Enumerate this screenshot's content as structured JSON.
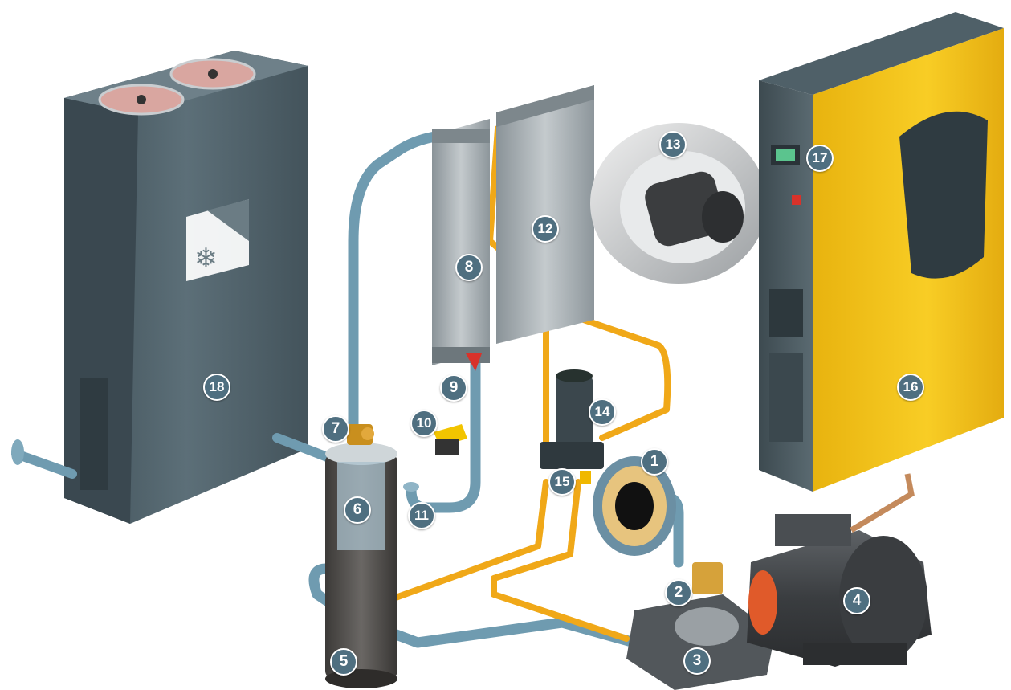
{
  "callouts": {
    "c1": "1",
    "c2": "2",
    "c3": "3",
    "c4": "4",
    "c5": "5",
    "c6": "6",
    "c7": "7",
    "c8": "8",
    "c9": "9",
    "c10": "10",
    "c11": "11",
    "c12": "12",
    "c13": "13",
    "c14": "14",
    "c15": "15",
    "c16": "16",
    "c17": "17",
    "c18": "18"
  },
  "colors": {
    "pipe_oil": "#f0a818",
    "pipe_air": "#6f9bb0",
    "housing_yellow": "#f4c21a",
    "housing_grey": "#4d5e66",
    "dryer_grey": "#566870",
    "callout_fill": "#4f6f80",
    "motor_red": "#e05a2a"
  },
  "icons": {
    "dryer_symbol": "snowflake-heat-icon",
    "control_button": "emergency-stop-icon"
  }
}
